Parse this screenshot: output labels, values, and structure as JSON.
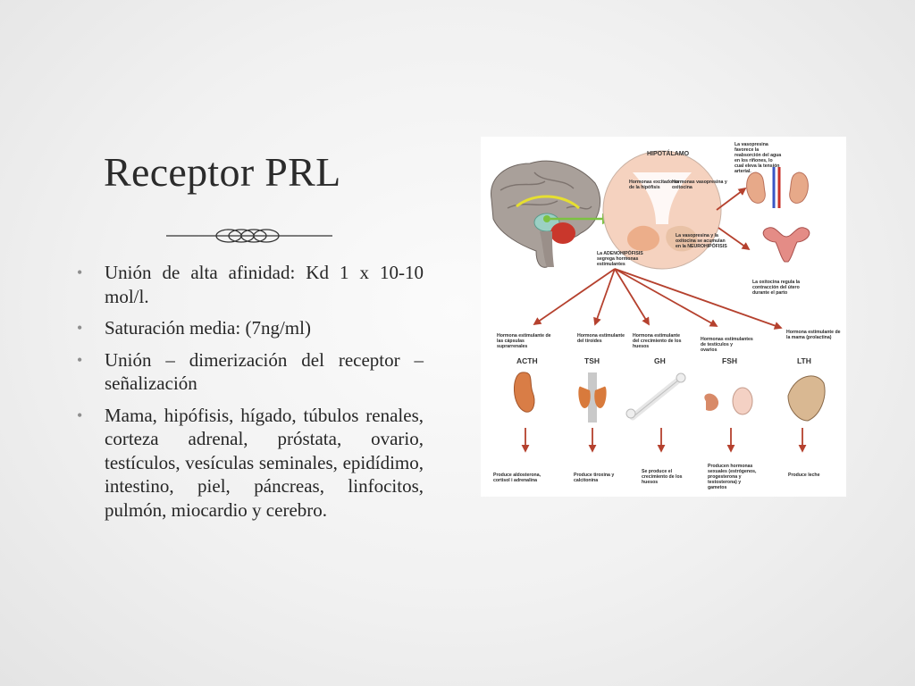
{
  "slide": {
    "title": "Receptor PRL",
    "bullets": [
      "Unión de alta afinidad: Kd 1 x 10-10 mol/l.",
      "Saturación media: (7ng/ml)",
      "Unión – dimerización del receptor – señalización",
      "Mama, hipófisis, hígado, túbulos renales, corteza adrenal, próstata, ovario, testículos, vesículas seminales, epidídimo, intestino, piel, páncreas, linfocitos, pulmón, miocardio y cerebro."
    ]
  },
  "diagram": {
    "hypothalamus": "HIPOTÁLAMO",
    "hypothalamus_hormones_left": "Hormonas excitadoras de la hipófisis",
    "hypothalamus_hormones_right": "Hormonas vasopresina y oxitocina",
    "vasopressin_note": "La vasopresina favorece la reabsorción del agua en los riñones, lo cual eleva la tensión arterial.",
    "neuro_note": "La vasopresina y la oxitocina se acumulan en la NEUROHIPÓFISIS",
    "adeno_note": "La ADENOHIPÓFISIS segrega hormonas estimulantes",
    "oxytocin_note": "La oxitocina regula la contracción del útero durante el parto",
    "hormones": [
      {
        "desc": "Hormona estimulante de las cápsulas suprarrenales",
        "code": "ACTH",
        "effect": "Produce aldosterona, cortisol i adrenalina"
      },
      {
        "desc": "Hormona estimulante del tiroides",
        "code": "TSH",
        "effect": "Produce tiroxina y calcitonina"
      },
      {
        "desc": "Hormona estimulante del crecimiento de los huesos",
        "code": "GH",
        "effect": "Se produce el crecimiento de los huesos"
      },
      {
        "desc": "Hormonas estimulantes de testículos y ovarios",
        "code": "FSH",
        "effect": "Producen hormonas sexuales (estrógenos, progesterona y testosterona) y gametos"
      },
      {
        "desc": "Hormona estimulante de la mama (prolactina)",
        "code": "LTH",
        "effect": "Produce leche"
      }
    ]
  }
}
